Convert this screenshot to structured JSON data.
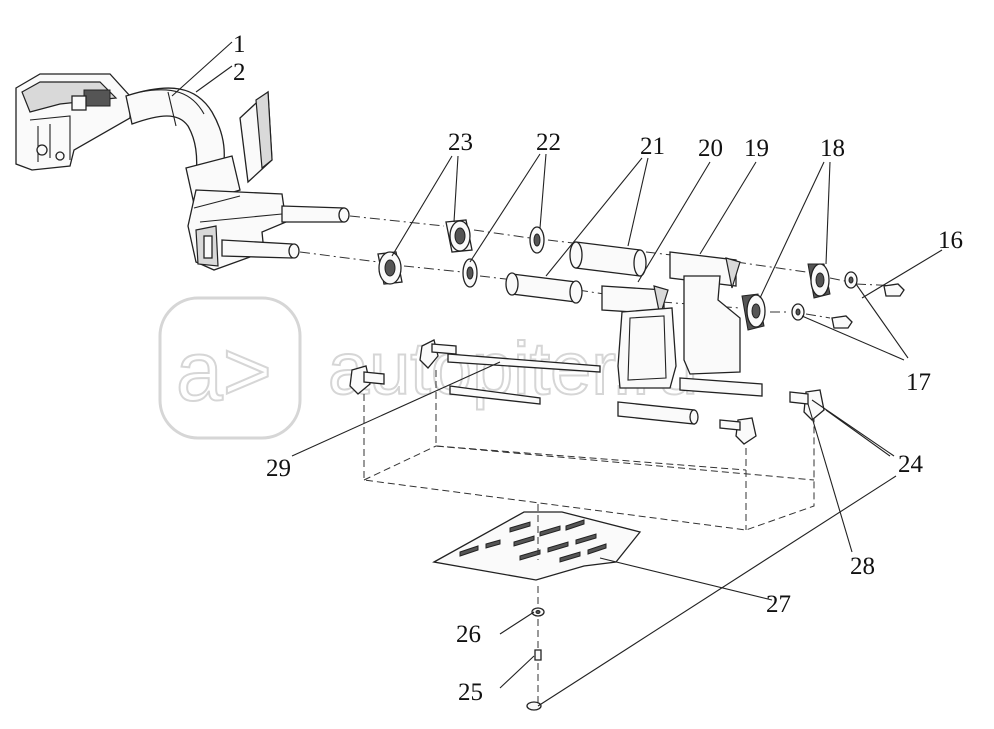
{
  "watermark": {
    "logo_text": "a>",
    "site_text": "autopiter.ru"
  },
  "callouts": [
    {
      "id": "c1",
      "text": "1"
    },
    {
      "id": "c2",
      "text": "2"
    },
    {
      "id": "c16",
      "text": "16"
    },
    {
      "id": "c17",
      "text": "17"
    },
    {
      "id": "c18",
      "text": "18"
    },
    {
      "id": "c19",
      "text": "19"
    },
    {
      "id": "c20",
      "text": "20"
    },
    {
      "id": "c21",
      "text": "21"
    },
    {
      "id": "c22",
      "text": "22"
    },
    {
      "id": "c23",
      "text": "23"
    },
    {
      "id": "c24",
      "text": "24"
    },
    {
      "id": "c25",
      "text": "25"
    },
    {
      "id": "c26",
      "text": "26"
    },
    {
      "id": "c27",
      "text": "27"
    },
    {
      "id": "c28",
      "text": "28"
    },
    {
      "id": "c29",
      "text": "29"
    }
  ]
}
